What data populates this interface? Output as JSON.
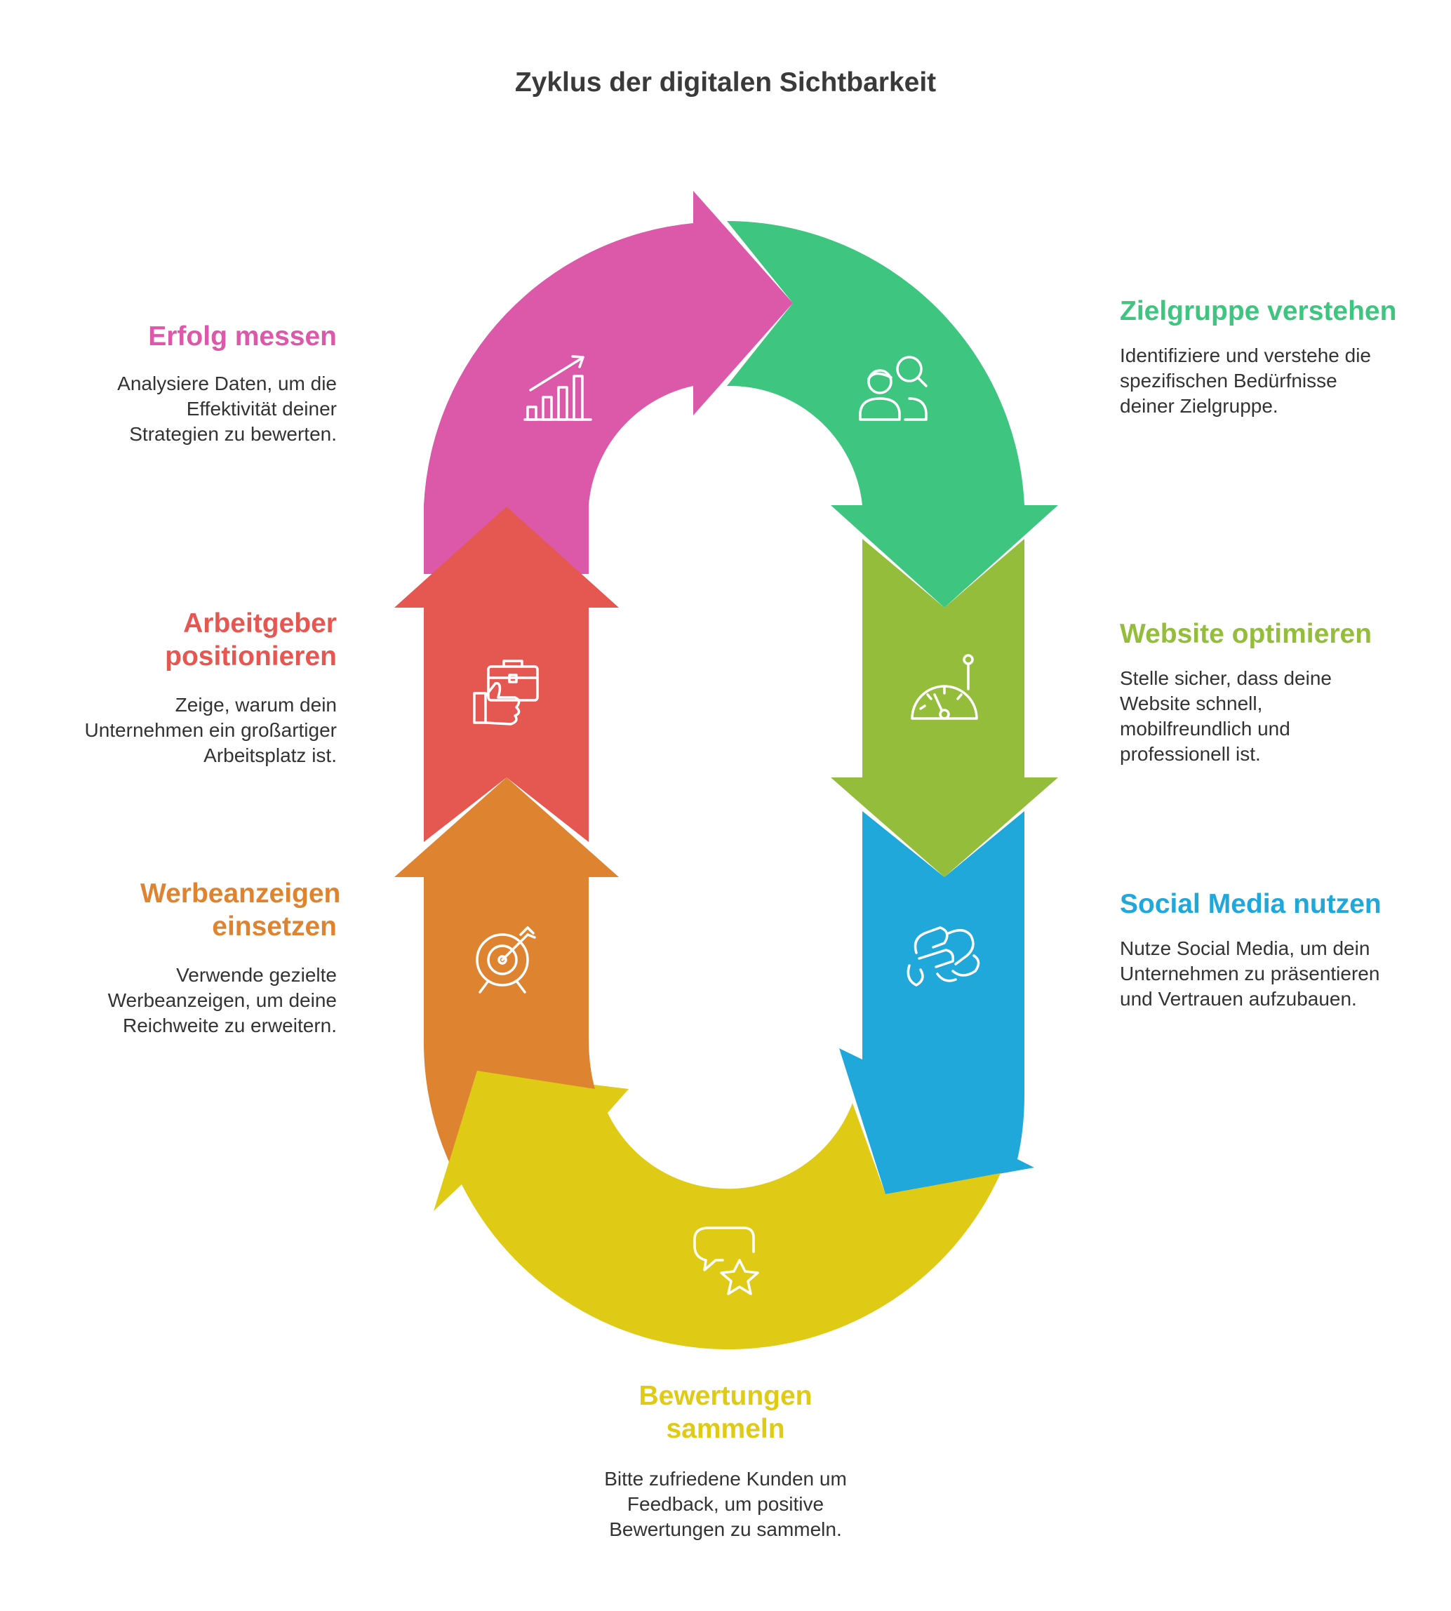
{
  "title": "Zyklus der digitalen Sichtbarkeit",
  "steps": [
    {
      "heading": "Zielgruppe verstehen",
      "text": "Identifiziere und verstehe die spezifischen Bedürfnisse deiner Zielgruppe.",
      "color": "#3ec680",
      "icon": "users-icon"
    },
    {
      "heading": "Website optimieren",
      "text": "Stelle sicher, dass deine Website schnell, mobilfreundlich und professionell ist.",
      "color": "#93bd3b",
      "icon": "speedometer-icon"
    },
    {
      "heading": "Social Media nutzen",
      "text": "Nutze Social Media, um dein Unternehmen zu präsentieren und Vertrauen aufzubauen.",
      "color": "#20a8da",
      "icon": "handshake-icon"
    },
    {
      "heading": "Bewertungen sammeln",
      "text": "Bitte zufriedene Kunden um Feedback, um positive Bewertungen zu sammeln.",
      "color": "#dfcb15",
      "icon": "speech-bubble-star-icon"
    },
    {
      "heading": "Werbeanzeigen einsetzen",
      "text": "Verwende gezielte Werbeanzeigen, um deine Reichweite zu erweitern.",
      "color": "#de8430",
      "icon": "target-dart-icon"
    },
    {
      "heading": "Arbeitgeber positionieren",
      "text": "Zeige, warum dein Unternehmen ein großartiger Arbeitsplatz ist.",
      "color": "#e55751",
      "icon": "briefcase-thumbs-up-icon"
    },
    {
      "heading": "Erfolg messen",
      "text": "Analysiere Daten, um die Effektivität deiner Strategien zu bewerten.",
      "color": "#dc59a9",
      "icon": "growth-chart-icon"
    }
  ]
}
